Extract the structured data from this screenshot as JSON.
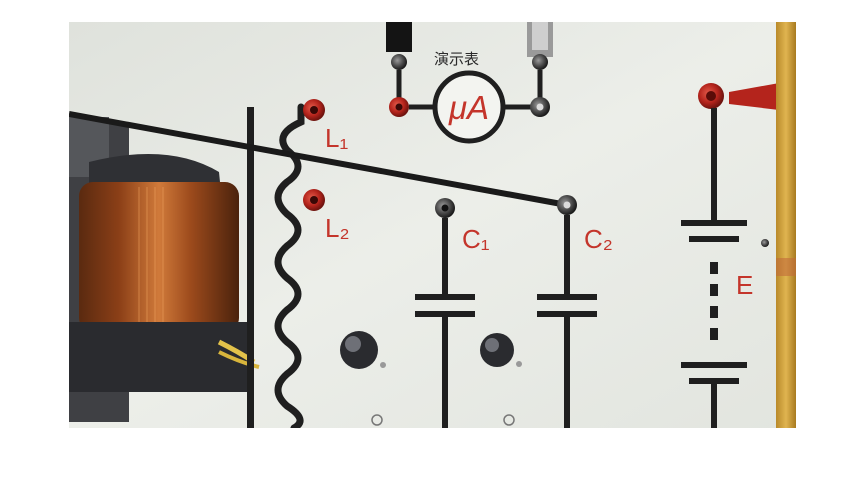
{
  "meter": {
    "caption": "演示表",
    "unit": "μA"
  },
  "labels": {
    "inductor_tap_1": "L₁",
    "inductor_tap_2": "L₂",
    "capacitor_1": "C₁",
    "capacitor_2": "C₂",
    "battery": "E"
  },
  "colors": {
    "panel": "#e9ebe6",
    "circuit_line": "#1f1f1f",
    "label_red": "#c4352b",
    "terminal_red": "#b4241c",
    "coil_copper": "#a5521e",
    "side_strip": "#d6a53a"
  }
}
